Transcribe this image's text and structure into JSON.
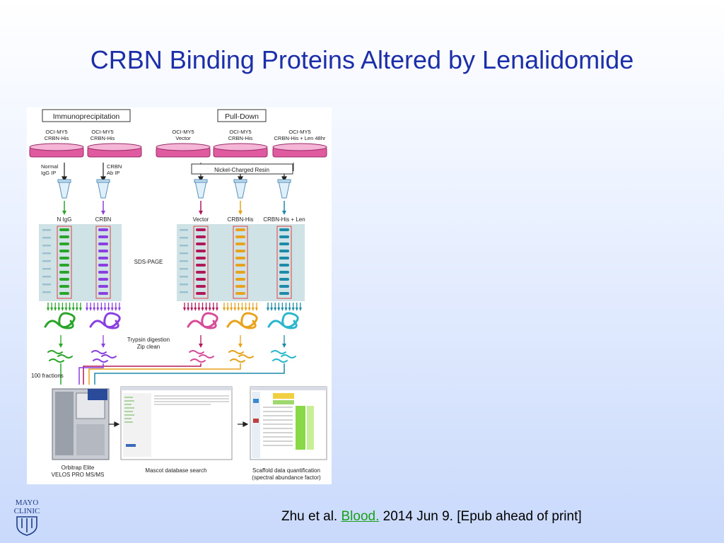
{
  "slide": {
    "title": "CRBN Binding Proteins Altered by Lenalidomide"
  },
  "figure": {
    "headers": {
      "ip": "Immunoprecipitation",
      "pulldown": "Pull-Down"
    },
    "cell_line": "OCI-MY5",
    "lanes": [
      {
        "line": "OCI-MY5",
        "sub": "CRBN-His",
        "color": "#2aa52a",
        "bottom": "N IgG",
        "treat1": "Normal",
        "treat2": "IgG IP"
      },
      {
        "line": "OCI-MY5",
        "sub": "CRBN-His",
        "color": "#8a3fe0",
        "bottom": "CRBN",
        "treat1": "CRBN",
        "treat2": "Ab IP"
      },
      {
        "line": "OCI-MY5",
        "sub": "Vector",
        "color": "#b0185a",
        "bottom": "Vector"
      },
      {
        "line": "OCI-MY5",
        "sub": "CRBN-His",
        "color": "#e8a21c",
        "bottom": "CRBN-His"
      },
      {
        "line": "OCI-MY5",
        "sub": "CRBN-His + Len 48hr",
        "color": "#1c8aa8",
        "bottom": "CRBN-His + Len"
      }
    ],
    "nickel_resin": "Nickel-Charged Resin",
    "sds_page": "SDS-PAGE",
    "digestion_1": "Trypsin digestion",
    "digestion_2": "Zip clean",
    "fractions": "100 fractions",
    "step_ms_1": "Orbitrap Elite",
    "step_ms_2": "VELOS PRO MS/MS",
    "step_search": "Mascot database search",
    "step_scaffold_1": "Scaffold data quantification",
    "step_scaffold_2": "(spectral abundance factor)"
  },
  "citation": {
    "prefix": "Zhu et al.",
    "journal": "Blood.",
    "suffix": "2014 Jun 9. [Epub ahead of print]"
  },
  "logo": {
    "line1": "MAYO",
    "line2": "CLINIC"
  },
  "colors": {
    "title": "#1c2fa8",
    "link": "#18a018"
  }
}
